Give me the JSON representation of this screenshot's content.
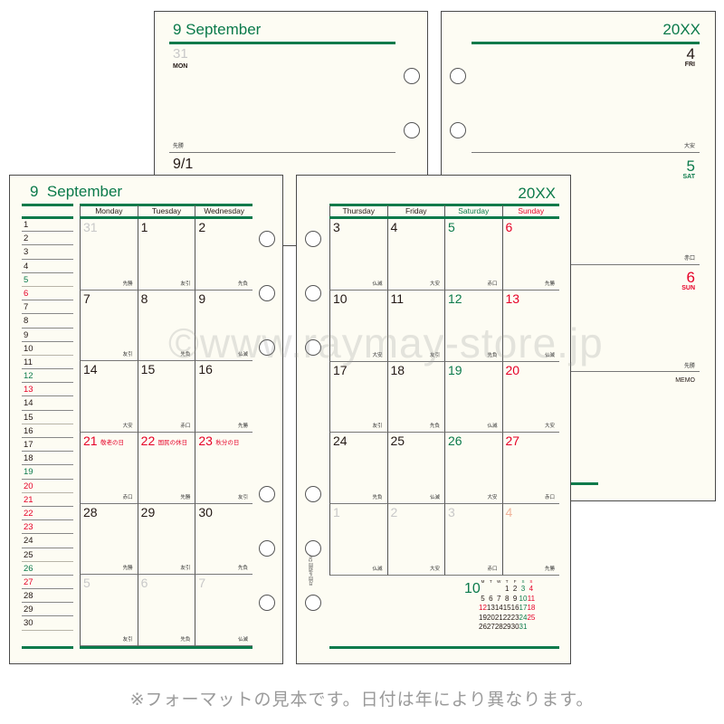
{
  "back_left_page": {
    "month_title": "9 September",
    "day": {
      "num": "31",
      "dow": "MON",
      "rokuyo": "先勝"
    },
    "next_day_label": "9/1"
  },
  "back_right_page": {
    "year": "20XX",
    "days": [
      {
        "num": "4",
        "dow": "FRI",
        "rokuyo": "大安",
        "color": "#231815"
      },
      {
        "num": "5",
        "dow": "SAT",
        "rokuyo": "赤口",
        "color": "#0b7a4b"
      },
      {
        "num": "6",
        "dow": "SUN",
        "rokuyo": "先勝",
        "color": "#e60027"
      }
    ],
    "memo_label": "MEMO"
  },
  "front_left_page": {
    "month_title_num": "9",
    "month_title_name": "September",
    "side_list": [
      {
        "d": "1",
        "c": ""
      },
      {
        "d": "2",
        "c": ""
      },
      {
        "d": "3",
        "c": ""
      },
      {
        "d": "4",
        "c": ""
      },
      {
        "d": "5",
        "c": "green"
      },
      {
        "d": "6",
        "c": "red"
      },
      {
        "d": "7",
        "c": ""
      },
      {
        "d": "8",
        "c": ""
      },
      {
        "d": "9",
        "c": ""
      },
      {
        "d": "10",
        "c": ""
      },
      {
        "d": "11",
        "c": ""
      },
      {
        "d": "12",
        "c": "green"
      },
      {
        "d": "13",
        "c": "red"
      },
      {
        "d": "14",
        "c": ""
      },
      {
        "d": "15",
        "c": ""
      },
      {
        "d": "16",
        "c": ""
      },
      {
        "d": "17",
        "c": ""
      },
      {
        "d": "18",
        "c": ""
      },
      {
        "d": "19",
        "c": "green"
      },
      {
        "d": "20",
        "c": "red"
      },
      {
        "d": "21",
        "c": "red"
      },
      {
        "d": "22",
        "c": "red"
      },
      {
        "d": "23",
        "c": "red"
      },
      {
        "d": "24",
        "c": ""
      },
      {
        "d": "25",
        "c": ""
      },
      {
        "d": "26",
        "c": "green"
      },
      {
        "d": "27",
        "c": "red"
      },
      {
        "d": "28",
        "c": ""
      },
      {
        "d": "29",
        "c": ""
      },
      {
        "d": "30",
        "c": ""
      }
    ],
    "headers": [
      "Monday",
      "Tuesday",
      "Wednesday"
    ],
    "weeks": [
      [
        {
          "n": "31",
          "c": "gray",
          "r": "先勝"
        },
        {
          "n": "1",
          "c": "",
          "r": "友引"
        },
        {
          "n": "2",
          "c": "",
          "r": "先負"
        }
      ],
      [
        {
          "n": "7",
          "c": "",
          "r": "友引"
        },
        {
          "n": "8",
          "c": "",
          "r": "先負"
        },
        {
          "n": "9",
          "c": "",
          "r": "仏滅"
        }
      ],
      [
        {
          "n": "14",
          "c": "",
          "r": "大安"
        },
        {
          "n": "15",
          "c": "",
          "r": "赤口"
        },
        {
          "n": "16",
          "c": "",
          "r": "先勝"
        }
      ],
      [
        {
          "n": "21",
          "c": "red",
          "h": "敬老の日",
          "r": "赤口"
        },
        {
          "n": "22",
          "c": "red",
          "h": "国民の休日",
          "r": "先勝"
        },
        {
          "n": "23",
          "c": "red",
          "h": "秋分の日",
          "r": "友引"
        }
      ],
      [
        {
          "n": "28",
          "c": "",
          "r": "先勝"
        },
        {
          "n": "29",
          "c": "",
          "r": "友引"
        },
        {
          "n": "30",
          "c": "",
          "r": "先負"
        }
      ],
      [
        {
          "n": "5",
          "c": "gray",
          "r": "友引"
        },
        {
          "n": "6",
          "c": "gray",
          "r": "先負"
        },
        {
          "n": "7",
          "c": "gray",
          "r": "仏滅"
        }
      ]
    ]
  },
  "front_right_page": {
    "year": "20XX",
    "headers": [
      {
        "label": "Thursday",
        "c": ""
      },
      {
        "label": "Friday",
        "c": ""
      },
      {
        "label": "Saturday",
        "c": "green"
      },
      {
        "label": "Sunday",
        "c": "red"
      }
    ],
    "vertical_label": "月間＆週間 Diary",
    "weeks": [
      [
        {
          "n": "3",
          "c": "",
          "r": "仏滅"
        },
        {
          "n": "4",
          "c": "",
          "r": "大安"
        },
        {
          "n": "5",
          "c": "green",
          "r": "赤口"
        },
        {
          "n": "6",
          "c": "red",
          "r": "先勝"
        }
      ],
      [
        {
          "n": "10",
          "c": "",
          "r": "大安"
        },
        {
          "n": "11",
          "c": "",
          "r": "友引"
        },
        {
          "n": "12",
          "c": "green",
          "r": "先負"
        },
        {
          "n": "13",
          "c": "red",
          "r": "仏滅"
        }
      ],
      [
        {
          "n": "17",
          "c": "",
          "r": "友引"
        },
        {
          "n": "18",
          "c": "",
          "r": "先負"
        },
        {
          "n": "19",
          "c": "green",
          "r": "仏滅"
        },
        {
          "n": "20",
          "c": "red",
          "r": "大安"
        }
      ],
      [
        {
          "n": "24",
          "c": "",
          "r": "先負"
        },
        {
          "n": "25",
          "c": "",
          "r": "仏滅"
        },
        {
          "n": "26",
          "c": "green",
          "r": "大安"
        },
        {
          "n": "27",
          "c": "red",
          "r": "赤口"
        }
      ],
      [
        {
          "n": "1",
          "c": "gray",
          "r": "仏滅"
        },
        {
          "n": "2",
          "c": "gray",
          "r": "大安"
        },
        {
          "n": "3",
          "c": "gray",
          "r": "赤口"
        },
        {
          "n": "4",
          "c": "salmon",
          "r": "先勝"
        }
      ]
    ],
    "mini_calendar": {
      "month": "10",
      "dow": [
        "M",
        "T",
        "W",
        "T",
        "F",
        "S",
        "S"
      ],
      "rows": [
        [
          "",
          "",
          "",
          "1",
          "2",
          "3",
          "4"
        ],
        [
          "5",
          "6",
          "7",
          "8",
          "9",
          "10",
          "11"
        ],
        [
          "12",
          "13",
          "14",
          "15",
          "16",
          "17",
          "18"
        ],
        [
          "19",
          "20",
          "21",
          "22",
          "23",
          "24",
          "25"
        ],
        [
          "26",
          "27",
          "28",
          "29",
          "30",
          "31",
          ""
        ]
      ],
      "red_cells": [
        "4",
        "11",
        "12",
        "18",
        "25"
      ],
      "green_cells": [
        "3",
        "10",
        "17",
        "24",
        "31"
      ]
    }
  },
  "watermark": "©www.raymay-store.jp",
  "caption": "※フォーマットの見本です。日付は年により異なります。",
  "colors": {
    "accent_green": "#0b7a4b",
    "holiday_red": "#e60027",
    "paper": "#fdfcf3"
  }
}
